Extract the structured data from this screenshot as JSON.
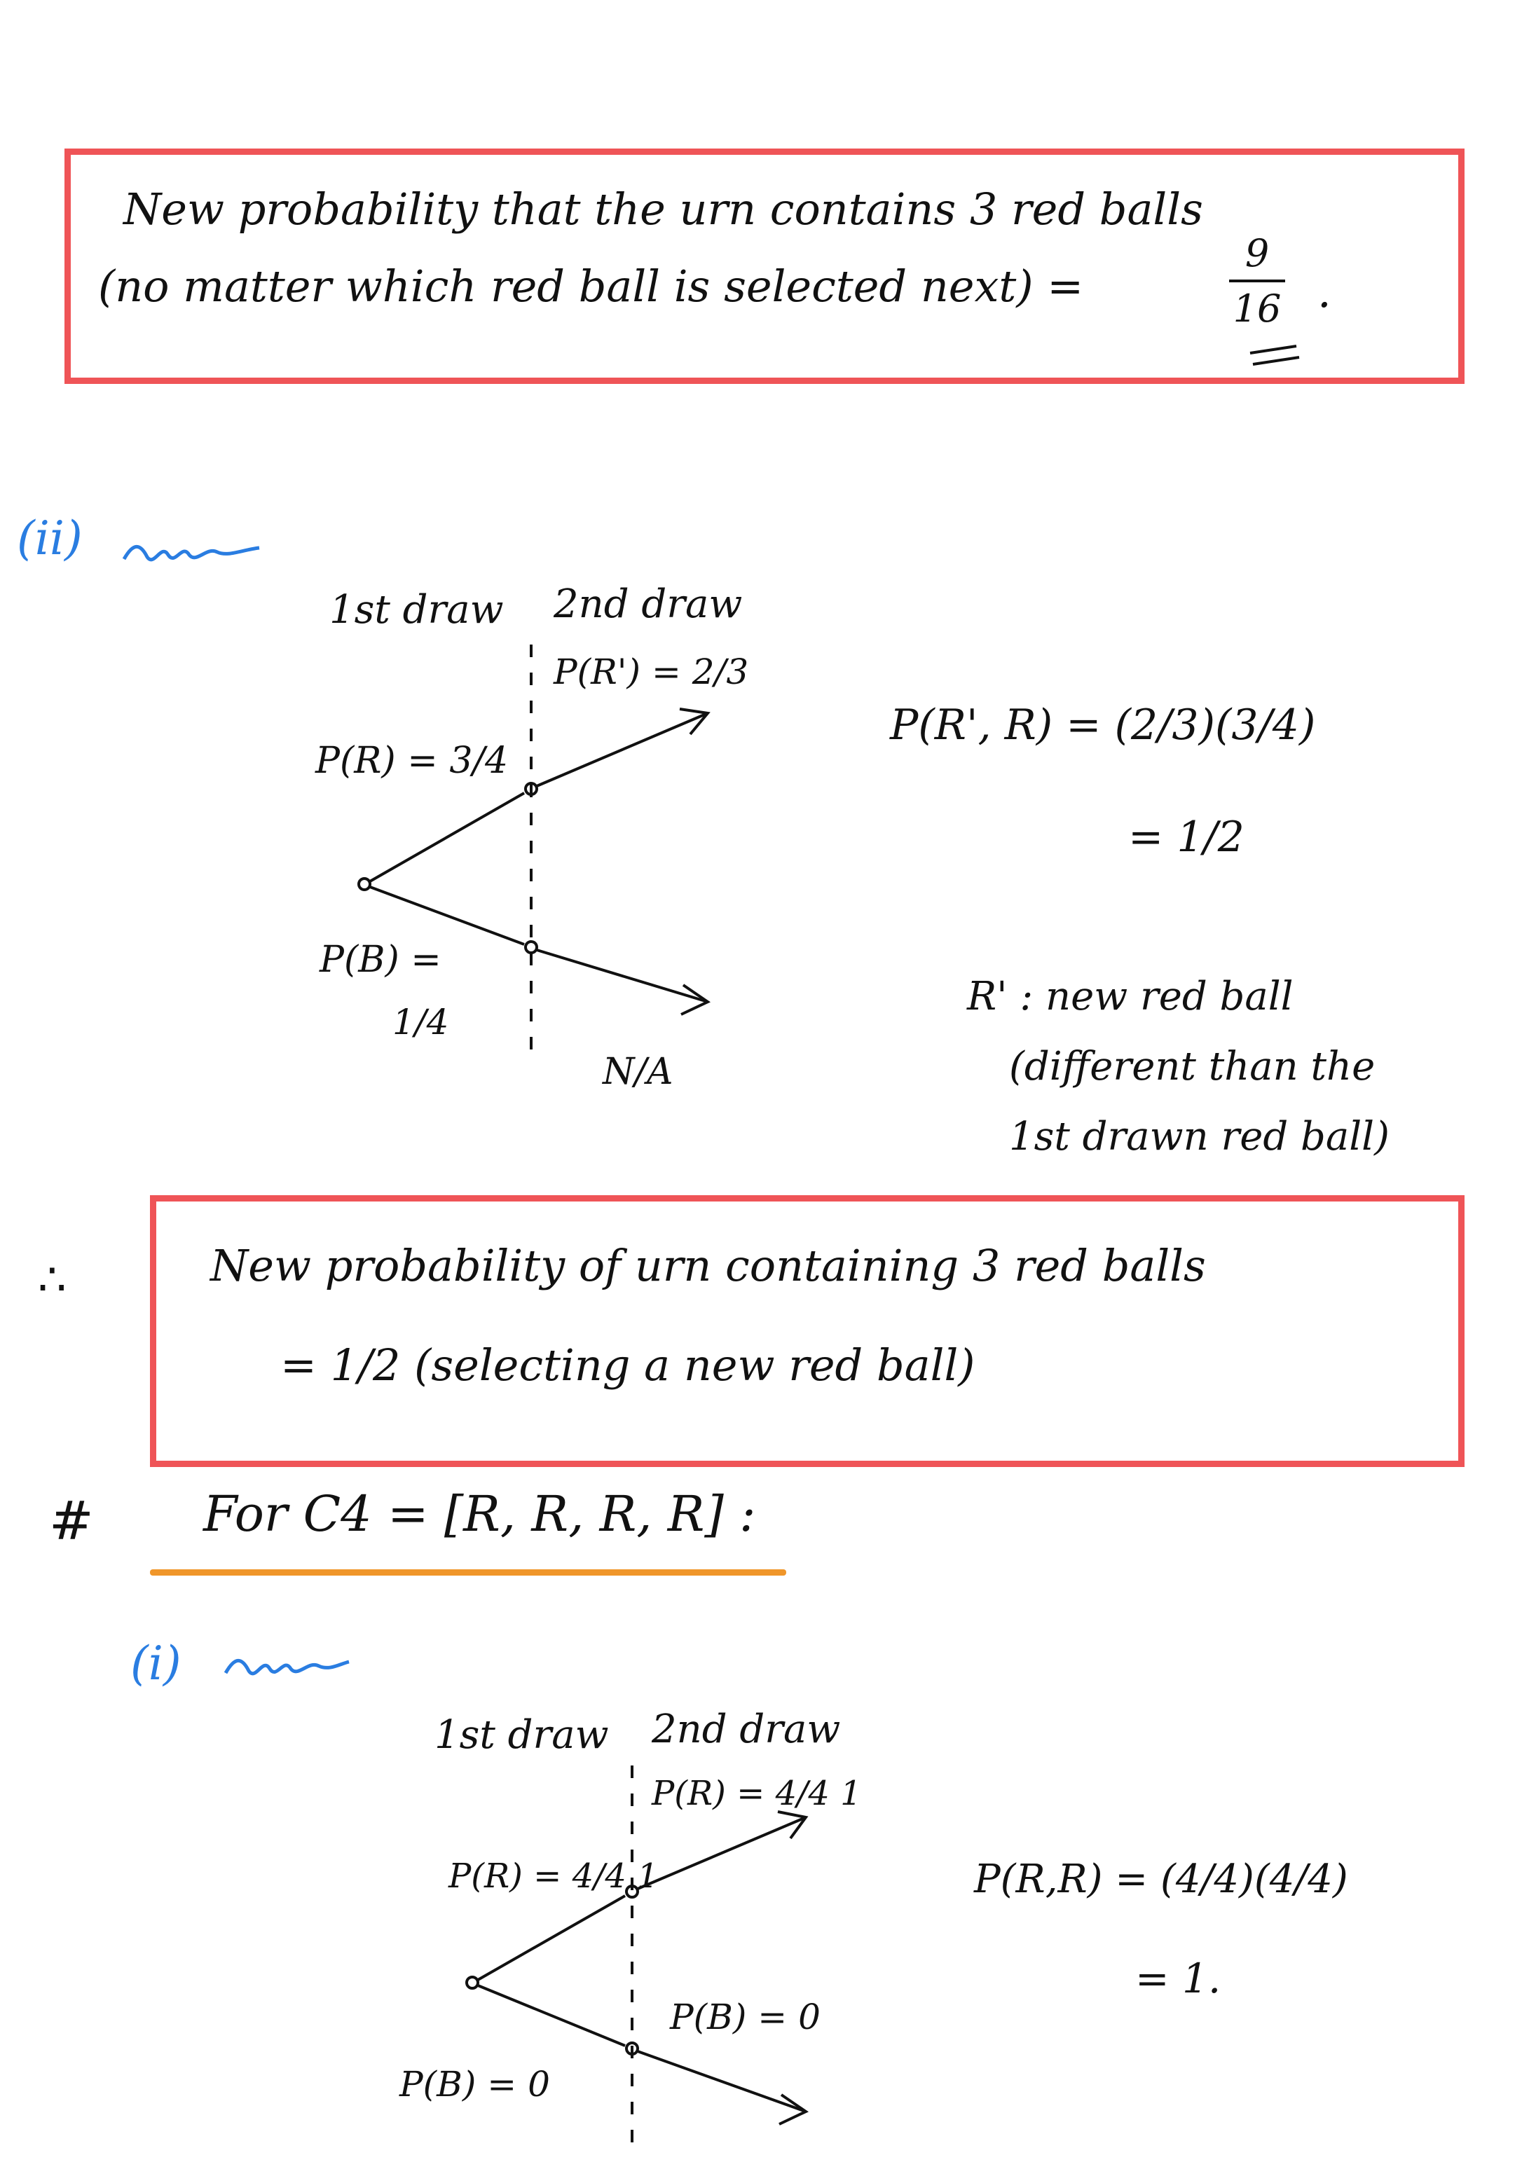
{
  "box1": {
    "line1": "New probability that the urn contains 3 red balls",
    "line2": "(no matter which red ball is selected next) =",
    "result_num": "9",
    "result_den": "16",
    "tail": "."
  },
  "part_ii": {
    "heading": "(ii)",
    "draw1": "1st draw",
    "draw2": "2nd draw",
    "p_r_prime": "P(R') = 2/3",
    "p_r": "P(R) = 3/4",
    "p_b": "P(B) =",
    "p_b_frac": "1/4",
    "na": "N/A",
    "calc_line1": "P(R', R) = (2/3)(3/4)",
    "calc_line2": "= 1/2",
    "note_line1": "R' : new red ball",
    "note_line2": "(different than the",
    "note_line3": "1st drawn red ball)"
  },
  "box2": {
    "therefore": "∴",
    "line1": "New probability of urn containing 3 red balls",
    "line2": "= 1/2 (selecting a new red ball)"
  },
  "section_c4": {
    "hash": "#",
    "title": "For C4 = [R, R, R, R] :"
  },
  "part_i": {
    "heading": "(i)",
    "draw1": "1st draw",
    "draw2": "2nd draw",
    "p_r_second": "P(R) = 4/4 1",
    "p_r_first": "P(R) = 4/4 1",
    "p_b_second": "P(B) = 0",
    "p_b_first": "P(B) = 0",
    "calc_line1": "P(R,R) = (4/4)(4/4)",
    "calc_line2": "= 1."
  },
  "colors": {
    "box_border": "#ef5457",
    "heading_blue": "#2a7de1",
    "underline_orange": "#f0962a",
    "ink": "#111111"
  }
}
